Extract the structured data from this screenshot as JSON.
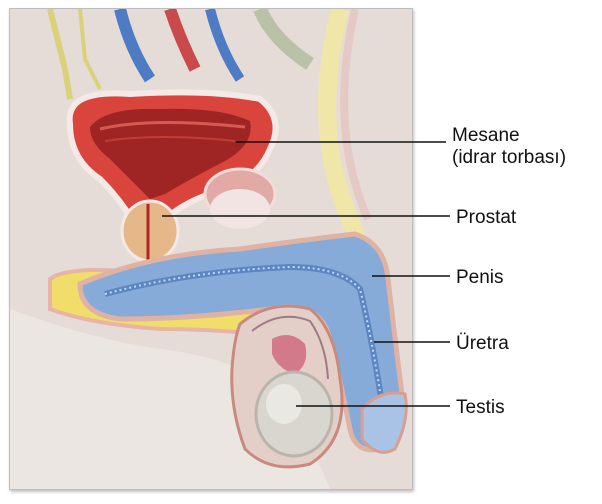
{
  "labels": {
    "mesane_line1": "Mesane",
    "mesane_line2": "(idrar torbası)",
    "prostat": "Prostat",
    "penis": "Penis",
    "uretra": "Üretra",
    "testis": "Testis"
  },
  "colors": {
    "background_tissue": "#e7dcd6",
    "bladder": "#cf3a34",
    "bladder_inner": "#b02624",
    "corpus_spongiosum": "#7fa6d8",
    "fat_yellow": "#f0dd6a",
    "testis": "#d9d7d0",
    "prostate": "#e7b88a",
    "leader_line": "#111111"
  }
}
